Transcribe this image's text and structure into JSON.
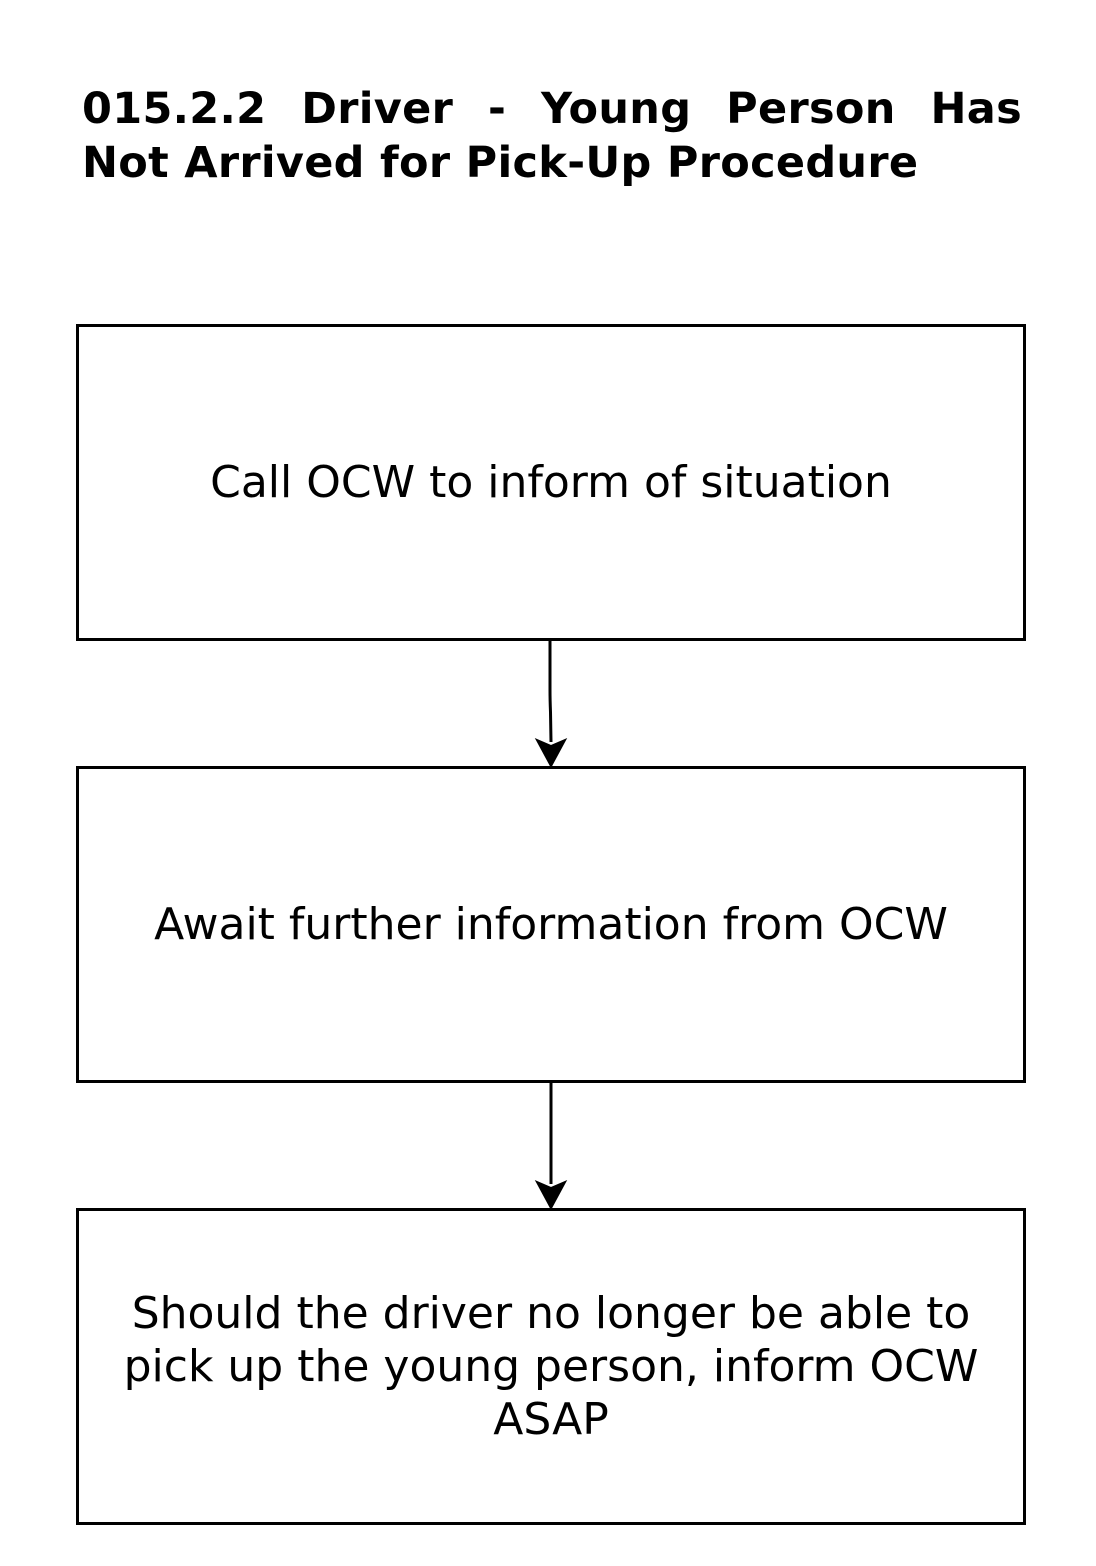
{
  "title": "015.2.2 Driver - Young Person Has Not Arrived for Pick-Up Procedure",
  "steps": [
    {
      "label": "Call OCW to inform of situation"
    },
    {
      "label": "Await further information from OCW"
    },
    {
      "label": "Should the driver no longer be able to pick up the young person, inform OCW ASAP"
    }
  ],
  "colors": {
    "stroke": "#000000",
    "background": "#ffffff"
  }
}
